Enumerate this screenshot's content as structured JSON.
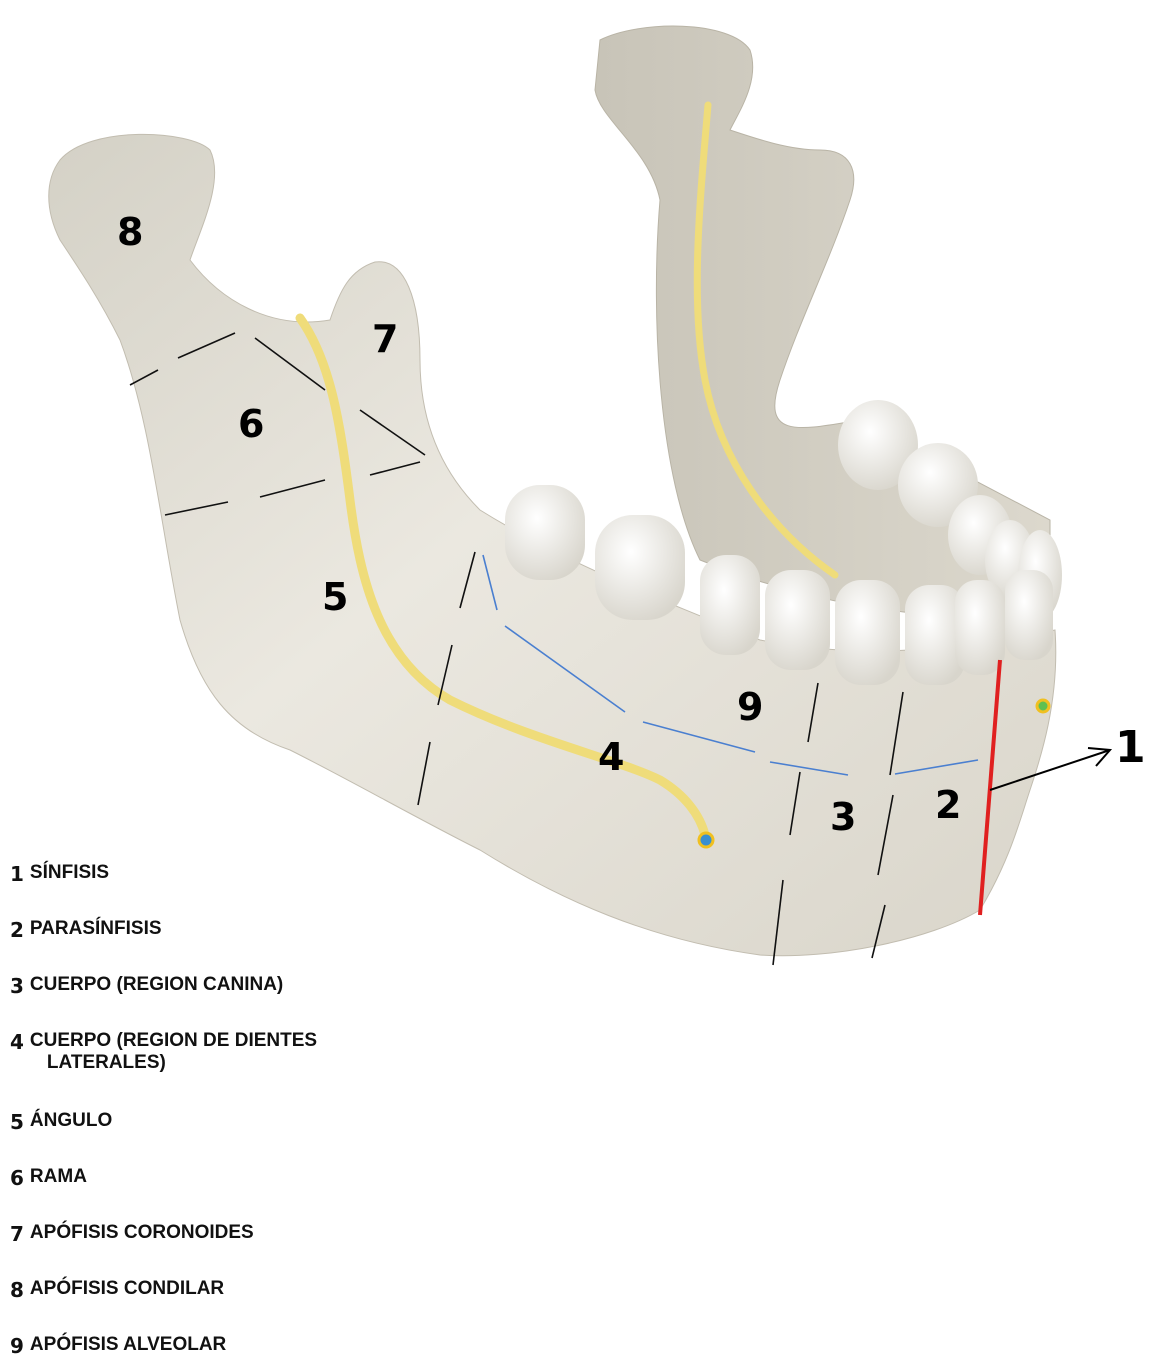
{
  "labels": {
    "l1": "1",
    "l2": "2",
    "l3": "3",
    "l4": "4",
    "l5": "5",
    "l6": "6",
    "l7": "7",
    "l8": "8",
    "l9": "9"
  },
  "legend": [
    {
      "num": "1",
      "text": "SÍNFISIS"
    },
    {
      "num": "2",
      "text": "PARASÍNFISIS"
    },
    {
      "num": "3",
      "text": "CUERPO (REGION CANINA)"
    },
    {
      "num": "4",
      "text": "CUERPO (REGION DE DIENTES",
      "text2": "LATERALES)"
    },
    {
      "num": "5",
      "text": "ÁNGULO"
    },
    {
      "num": "6",
      "text": "RAMA"
    },
    {
      "num": "7",
      "text": "APÓFISIS CORONOIDES"
    },
    {
      "num": "8",
      "text": "APÓFISIS CONDILAR"
    },
    {
      "num": "9",
      "text": "APÓFISIS ALVEOLAR"
    }
  ],
  "colors": {
    "bone": "#e6e3da",
    "bone_shadow": "#c9c5b8",
    "nerve": "#efdc7a",
    "symphysis_line": "#e02020",
    "alveolar_line": "#4a7fd0",
    "region_lines": "#111111"
  }
}
